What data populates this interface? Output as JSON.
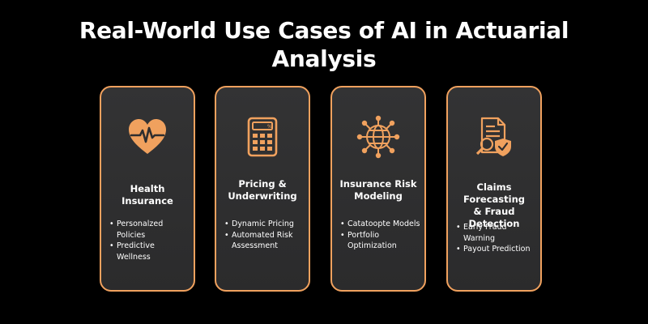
{
  "title": {
    "line1": "Real-World Use Cases of AI in Actuarial",
    "line2": "Analysis"
  },
  "accent_color": "#f0a15e",
  "cards": [
    {
      "icon": "heart-pulse-icon",
      "title_lines": [
        "Health Insurance"
      ],
      "bullets": [
        [
          "Personalzed Policies"
        ],
        [
          "Predictive Wellness"
        ]
      ]
    },
    {
      "icon": "calculator-icon",
      "title_lines": [
        "Pricing &",
        "Underwriting"
      ],
      "bullets": [
        [
          "Dynamic Pricing"
        ],
        [
          "Automated Risk",
          "Assessment"
        ]
      ]
    },
    {
      "icon": "network-globe-icon",
      "title_lines": [
        "Insurance Risk",
        "Modeling"
      ],
      "bullets": [
        [
          "Catatoopte Models"
        ],
        [
          "Portfolio",
          "Optimization"
        ]
      ]
    },
    {
      "icon": "document-shield-search-icon",
      "title_lines": [
        "Claims Forecasting",
        "& Fraud Detection"
      ],
      "bullets": [
        [
          "Early Fraud Warning"
        ],
        [
          "Payout Prediction"
        ]
      ]
    }
  ]
}
